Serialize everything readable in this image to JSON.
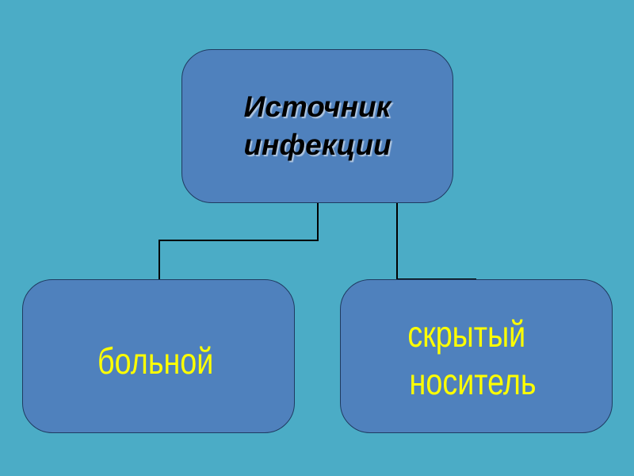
{
  "diagram": {
    "root": {
      "line1": "Источник",
      "line2": "инфекции"
    },
    "children": [
      {
        "line1": "больной"
      },
      {
        "line1": "скрытый",
        "line2": "носитель"
      }
    ]
  },
  "colors": {
    "background": "#4bacc6",
    "box_fill": "#4f81bd",
    "box_border": "#1f3a60",
    "root_text": "#000000",
    "child_text": "#ffff00",
    "connector": "#000000"
  }
}
